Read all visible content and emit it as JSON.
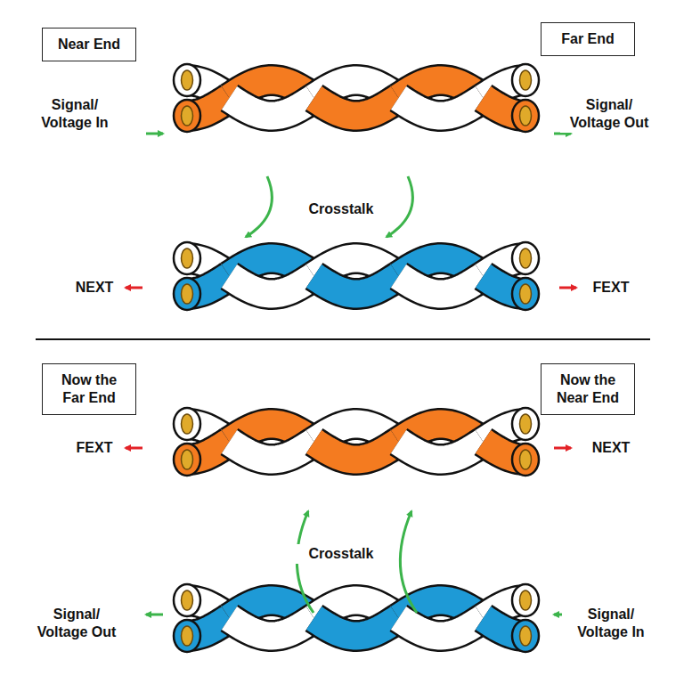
{
  "diagram": {
    "nodes": [
      {
        "text": [
          "Near End"
        ]
      },
      {
        "text": [
          "Far End"
        ]
      },
      {
        "text": [
          "Now the Far End"
        ]
      },
      {
        "text": [
          "Now the Near End"
        ]
      }
    ],
    "labels": [
      "Signal/ Voltage In",
      "Signal/ Voltage Out",
      "Crosstalk",
      "NEXT",
      "FEXT",
      "FEXT",
      "NEXT",
      "Crosstalk",
      "Signal/ Voltage Out",
      "Signal/ Voltage In"
    ]
  }
}
